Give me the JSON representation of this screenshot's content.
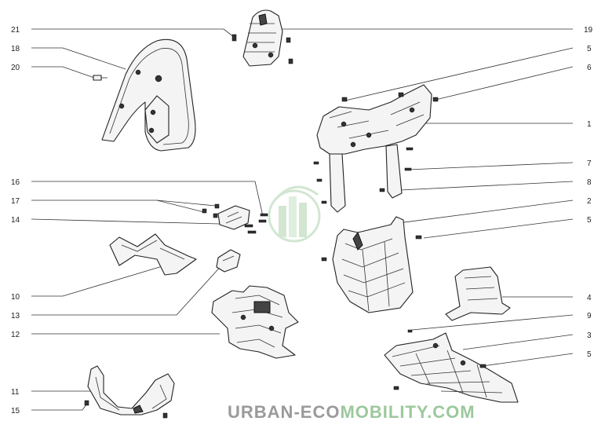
{
  "callouts_left": [
    "21",
    "18",
    "20",
    "16",
    "17",
    "14",
    "10",
    "13",
    "12",
    "11",
    "15"
  ],
  "callouts_right": [
    "19",
    "5",
    "6",
    "1",
    "7",
    "8",
    "2",
    "5",
    "4",
    "9",
    "3",
    "5"
  ],
  "watermark": {
    "part1": "URBAN-",
    "part2": "ECO",
    "part3": "MOBILITY",
    "part4": ".COM",
    "color_dark": "#9a9a9a",
    "color_green": "#9cc89c"
  }
}
